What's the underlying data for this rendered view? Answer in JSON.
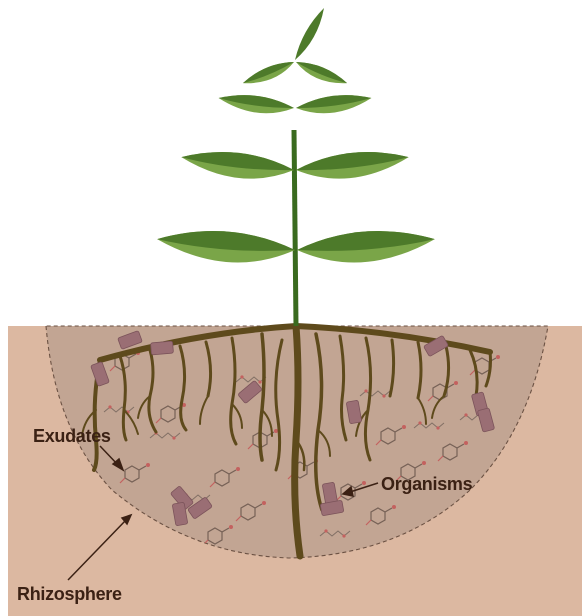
{
  "labels": {
    "exudates": "Exudates",
    "organisms": "Organisms",
    "rhizosphere": "Rhizosphere"
  },
  "colors": {
    "soil": "#dcb8a1",
    "rhizosphere_zone": "#c2a593",
    "leaf_dark": "#4d7a2a",
    "leaf_light": "#7aa548",
    "stem": "#3a6b1f",
    "root": "#5e4a1c",
    "organism": "#9a6e74",
    "molecule_red": "#c45a5a",
    "molecule_dark": "#6e5a50",
    "label_text": "#3b2114"
  },
  "icons": [
    "leaf-icon",
    "root-icon",
    "microorganism-icon",
    "molecule-icon",
    "arrow-icon"
  ]
}
